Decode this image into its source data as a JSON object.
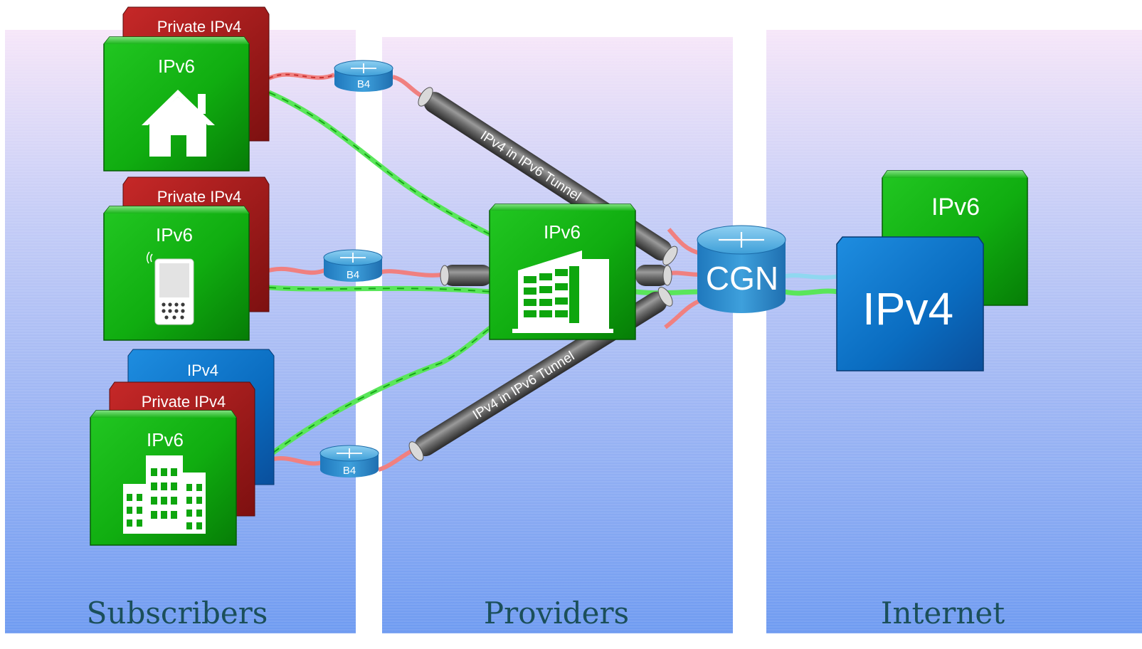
{
  "zones": {
    "subscribers": "Subscribers",
    "providers": "Providers",
    "internet": "Internet"
  },
  "subscriber_sites": [
    {
      "private_label": "Private IPv4",
      "ipv6_label": "IPv6",
      "icon": "house-icon"
    },
    {
      "private_label": "Private IPv4",
      "ipv6_label": "IPv6",
      "icon": "mobile-phone-icon"
    },
    {
      "ipv4_label": "IPv4",
      "private_label": "Private IPv4",
      "ipv6_label": "IPv6",
      "icon": "office-building-icon"
    }
  ],
  "routers": {
    "b4_1": "B4",
    "b4_2": "B4",
    "b4_3": "B4",
    "cgn": "CGN"
  },
  "provider_core": {
    "ipv6_label": "IPv6",
    "icon": "datacenter-icon"
  },
  "tunnels": {
    "upper": "IPv4 in IPv6 Tunnel",
    "lower": "IPv4 in IPv6 Tunnel"
  },
  "internet": {
    "ipv6_label": "IPv6",
    "ipv4_label": "IPv4"
  },
  "colors": {
    "ipv6_green": "#0aa80a",
    "private_red": "#b01c1c",
    "ipv4_blue": "#0a6fc4",
    "zone_top": "#f5e6f8",
    "zone_bottom": "#6f9cf2",
    "zone_text": "#1b4f5a"
  }
}
